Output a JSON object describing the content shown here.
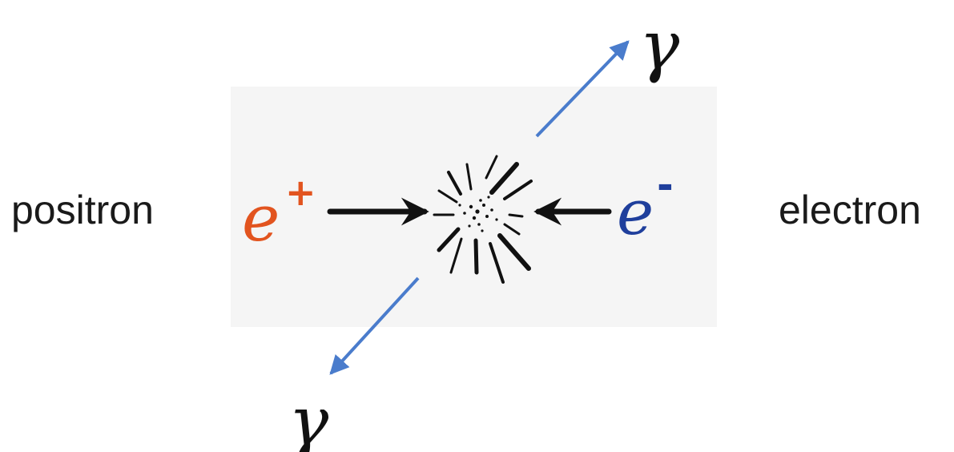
{
  "labels": {
    "left": "positron",
    "right": "electron"
  },
  "particles": {
    "positron_symbol": "e",
    "positron_charge": "+",
    "electron_symbol": "e",
    "electron_charge": "-",
    "photon_symbol": "γ"
  },
  "colors": {
    "positron": "#e2541f",
    "electron": "#1f3f9c",
    "photon_arrow": "#4a7ccc",
    "ink": "#111111",
    "panel": "#f5f5f5"
  }
}
